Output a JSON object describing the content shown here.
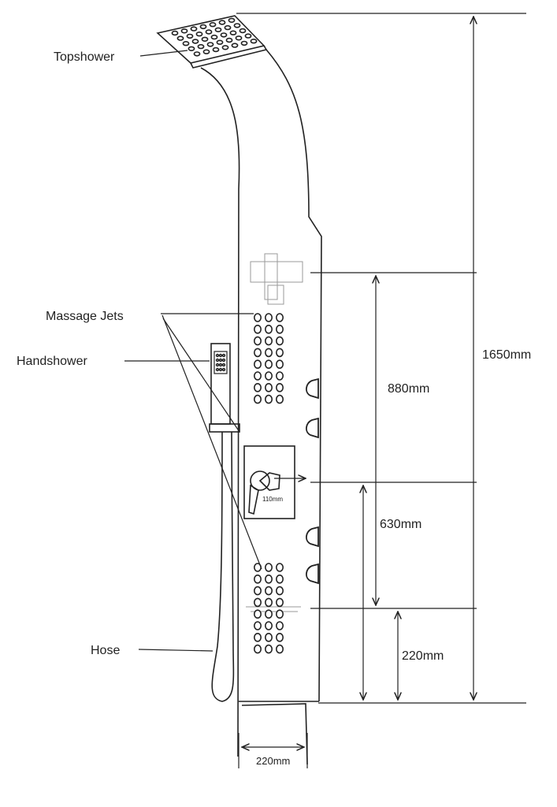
{
  "labels": {
    "topshower": "Topshower",
    "massage_jets": "Massage Jets",
    "handshower": "Handshower",
    "hose": "Hose"
  },
  "dimensions": {
    "total_height": "1650mm",
    "jets_span": "880mm",
    "valve_height": "630mm",
    "bottom_height": "220mm",
    "width": "220mm",
    "valve_depth": "110mm"
  }
}
